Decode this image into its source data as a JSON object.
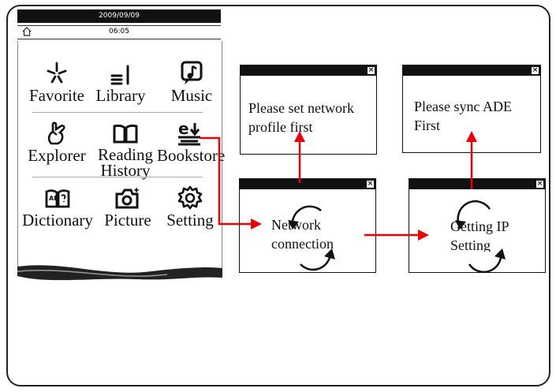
{
  "device": {
    "date": "2009/09/09",
    "time": "06:05",
    "apps": {
      "favorite": "Favorite",
      "library": "Library",
      "music": "Music",
      "explorer": "Explorer",
      "reading_history": "Reading History",
      "bookstore": "Bookstore",
      "dictionary": "Dictionary",
      "picture": "Picture",
      "setting": "Setting"
    }
  },
  "popups": {
    "network_profile": "Please set network profile first",
    "sync_ade": "Please sync ADE First",
    "network_connection": "Network connection",
    "getting_ip": "Getting IP Setting"
  },
  "close_glyph": "×",
  "colors": {
    "arrow": "#e8000b",
    "titlebar": "#111111"
  }
}
